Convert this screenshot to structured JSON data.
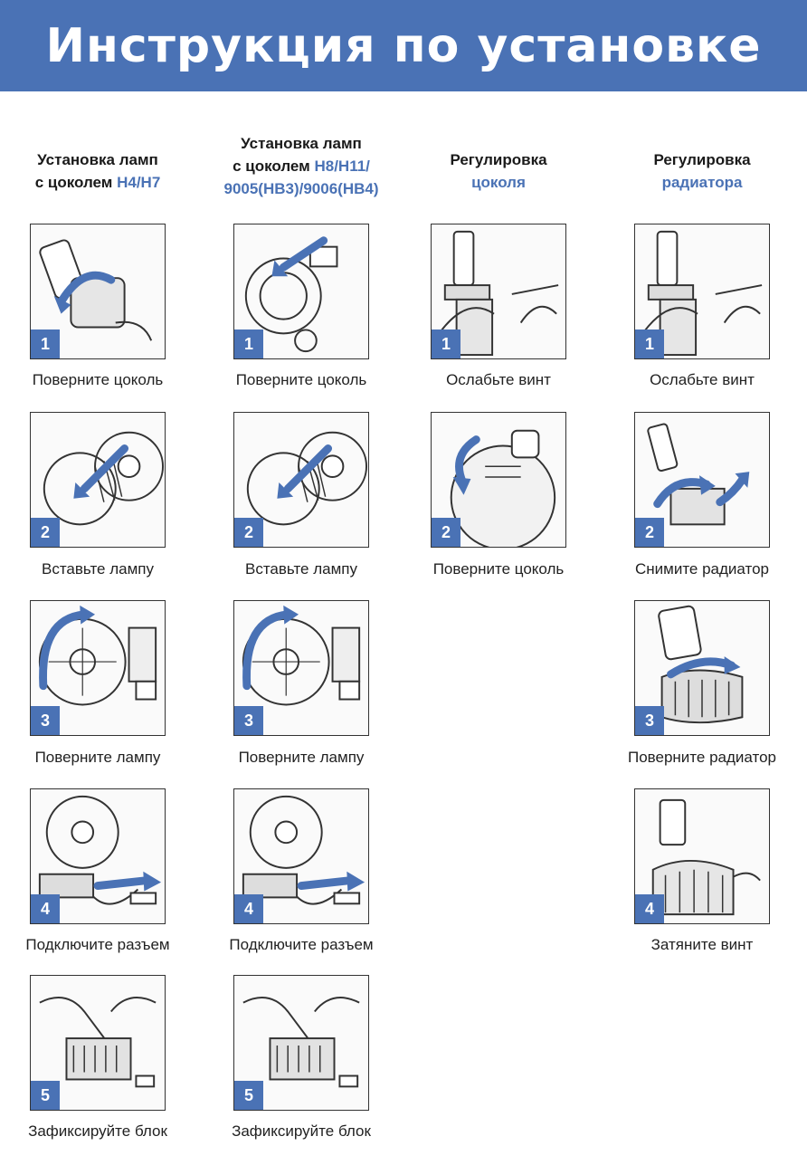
{
  "header": {
    "title": "Инструкция по установке"
  },
  "columns": [
    {
      "head_lines": [
        [
          "Установка ламп",
          ""
        ],
        [
          "с цоколем ",
          "H4/H7"
        ]
      ],
      "steps": [
        {
          "num": "1",
          "caption": "Поверните цоколь",
          "illus": "bulb-turn"
        },
        {
          "num": "2",
          "caption": "Вставьте лампу",
          "illus": "insert"
        },
        {
          "num": "3",
          "caption": "Поверните лампу",
          "illus": "rotate"
        },
        {
          "num": "4",
          "caption": "Подключите разъем",
          "illus": "connect"
        },
        {
          "num": "5",
          "caption": "Зафиксируйте блок",
          "illus": "fix"
        }
      ]
    },
    {
      "head_lines": [
        [
          "Установка ламп",
          ""
        ],
        [
          "с цоколем ",
          "H8/H11/"
        ],
        [
          "",
          "9005(HB3)/9006(HB4)"
        ]
      ],
      "steps": [
        {
          "num": "1",
          "caption": "Поверните цоколь",
          "illus": "socket-turn"
        },
        {
          "num": "2",
          "caption": "Вставьте лампу",
          "illus": "insert"
        },
        {
          "num": "3",
          "caption": "Поверните лампу",
          "illus": "rotate"
        },
        {
          "num": "4",
          "caption": "Подключите разъем",
          "illus": "connect"
        },
        {
          "num": "5",
          "caption": "Зафиксируйте блок",
          "illus": "fix"
        }
      ]
    },
    {
      "head_lines": [
        [
          "Регулировка",
          ""
        ],
        [
          "",
          "цоколя"
        ]
      ],
      "steps": [
        {
          "num": "1",
          "caption": "Ослабьте винт",
          "illus": "screw"
        },
        {
          "num": "2",
          "caption": "Поверните цоколь",
          "illus": "base-turn"
        }
      ]
    },
    {
      "head_lines": [
        [
          "Регулировка",
          ""
        ],
        [
          "",
          "радиатора"
        ]
      ],
      "steps": [
        {
          "num": "1",
          "caption": "Ослабьте винт",
          "illus": "screw"
        },
        {
          "num": "2",
          "caption": "Снимите радиатор",
          "illus": "remove"
        },
        {
          "num": "3",
          "caption": "Поверните радиатор",
          "illus": "radiator-turn"
        },
        {
          "num": "4",
          "caption": "Затяните винт",
          "illus": "tighten"
        }
      ]
    }
  ],
  "colors": {
    "accent": "#4a72b5",
    "line": "#333333"
  }
}
